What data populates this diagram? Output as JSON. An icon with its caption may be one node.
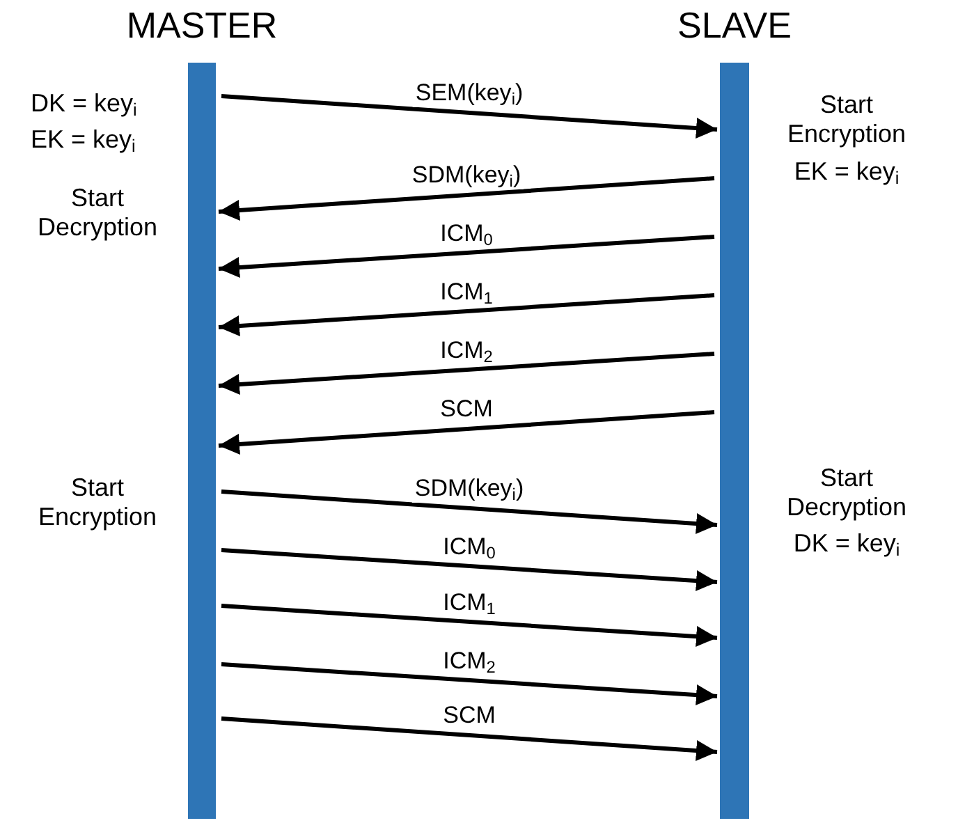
{
  "diagram": {
    "nodes": [
      {
        "text": [
          "MASTER"
        ],
        "beside": [
          "DK = key$_{i}$",
          "EK = key$_{i}$",
          "Start Decryption",
          "Start Encryption"
        ]
      },
      {
        "text": [
          "SLAVE"
        ],
        "beside": [
          "Start Encryption",
          "EK = key$_{i}$",
          "Start Decryption",
          "DK = key$_{i}$"
        ]
      }
    ],
    "edges": [
      {
        "from": 0,
        "to": 1,
        "arrow": "to",
        "label": "SEM(key$_{i}$)"
      },
      {
        "from": 1,
        "to": 0,
        "arrow": "to",
        "label": "SDM(key$_{i}$)"
      },
      {
        "from": 1,
        "to": 0,
        "arrow": "to",
        "label": "ICM$_{0}$"
      },
      {
        "from": 1,
        "to": 0,
        "arrow": "to",
        "label": "ICM$_{1}$"
      },
      {
        "from": 1,
        "to": 0,
        "arrow": "to",
        "label": "ICM$_{2}$"
      },
      {
        "from": 1,
        "to": 0,
        "arrow": "to",
        "label": "SCM"
      },
      {
        "from": 0,
        "to": 1,
        "arrow": "to",
        "label": "SDM(key$_{i}$)"
      },
      {
        "from": 0,
        "to": 1,
        "arrow": "to",
        "label": "ICM$_{0}$"
      },
      {
        "from": 0,
        "to": 1,
        "arrow": "to",
        "label": "ICM$_{1}$"
      },
      {
        "from": 0,
        "to": 1,
        "arrow": "to",
        "label": "ICM$_{2}$"
      },
      {
        "from": 0,
        "to": 1,
        "arrow": "to",
        "label": "SCM"
      }
    ]
  }
}
